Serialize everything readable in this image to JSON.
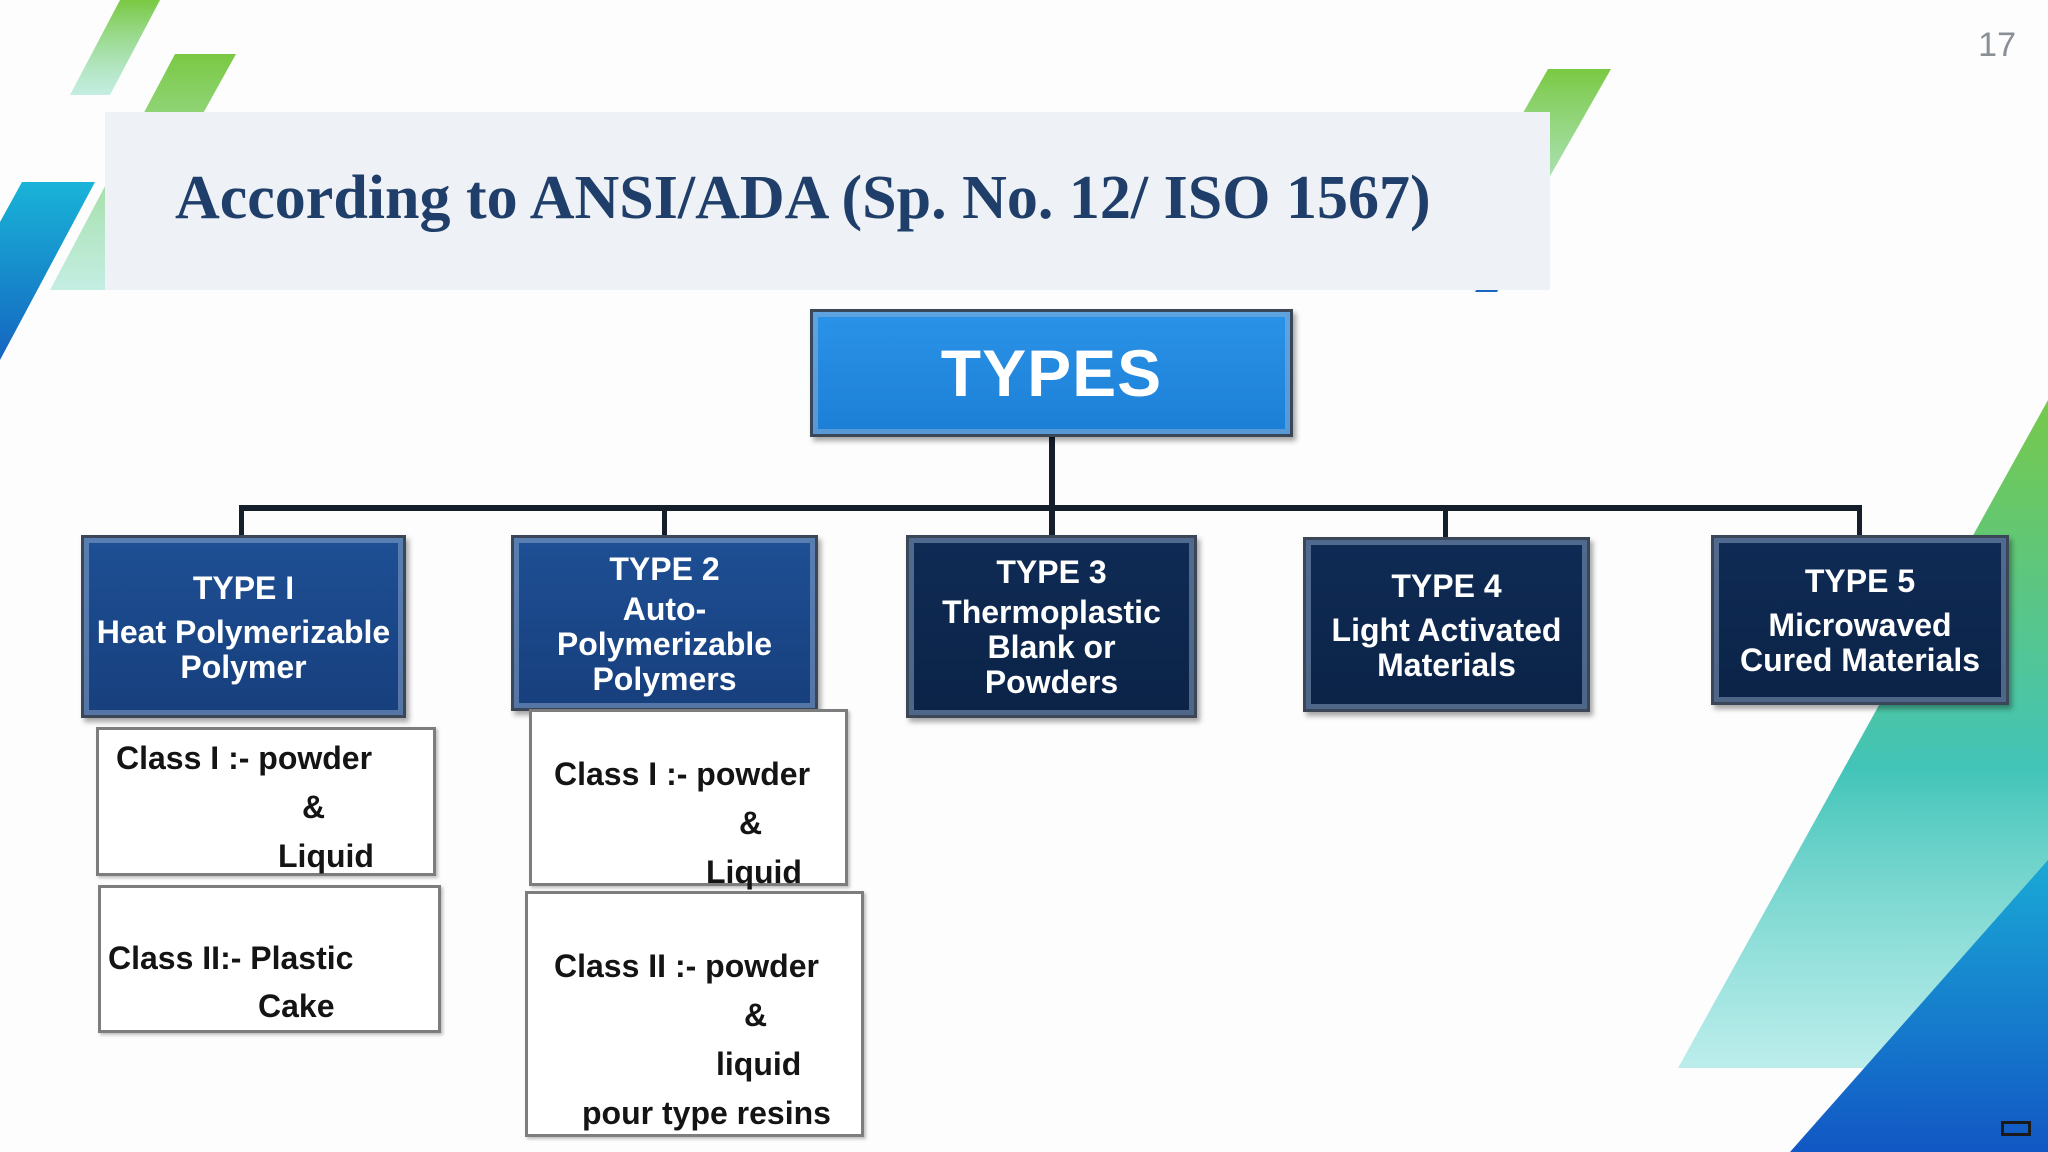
{
  "slide": {
    "page_number": "17",
    "title": "According to ANSI/ADA (Sp. No. 12/ ISO 1567)"
  },
  "diagram": {
    "root": "TYPES",
    "types": [
      {
        "label": "TYPE I",
        "name_lines": [
          "Heat Polymerizable",
          "Polymer"
        ],
        "classes": [
          [
            "Class I :- powder",
            "&",
            "Liquid"
          ],
          [
            "Class II:- Plastic",
            "Cake"
          ]
        ]
      },
      {
        "label": "TYPE 2",
        "name_lines": [
          "Auto-",
          "Polymerizable",
          "Polymers"
        ],
        "classes": [
          [
            "Class I :- powder",
            "&",
            "Liquid"
          ],
          [
            "Class II :- powder",
            "&",
            "liquid",
            "pour type resins"
          ]
        ]
      },
      {
        "label": "TYPE 3",
        "name_lines": [
          "Thermoplastic",
          "Blank or",
          "Powders"
        ]
      },
      {
        "label": "TYPE 4",
        "name_lines": [
          "Light Activated",
          "Materials"
        ]
      },
      {
        "label": "TYPE 5",
        "name_lines": [
          "Microwaved",
          "Cured Materials"
        ]
      }
    ]
  },
  "colors": {
    "title_text": "#1f3f6a",
    "root_fill": "#1f86dc",
    "type_fill_light": "#1b4788",
    "type_fill_dark": "#0d2750",
    "connector": "#151f2c",
    "accent_green": "#6cc33a",
    "accent_cyan": "#1aa8d8",
    "accent_blue": "#1565c0"
  }
}
